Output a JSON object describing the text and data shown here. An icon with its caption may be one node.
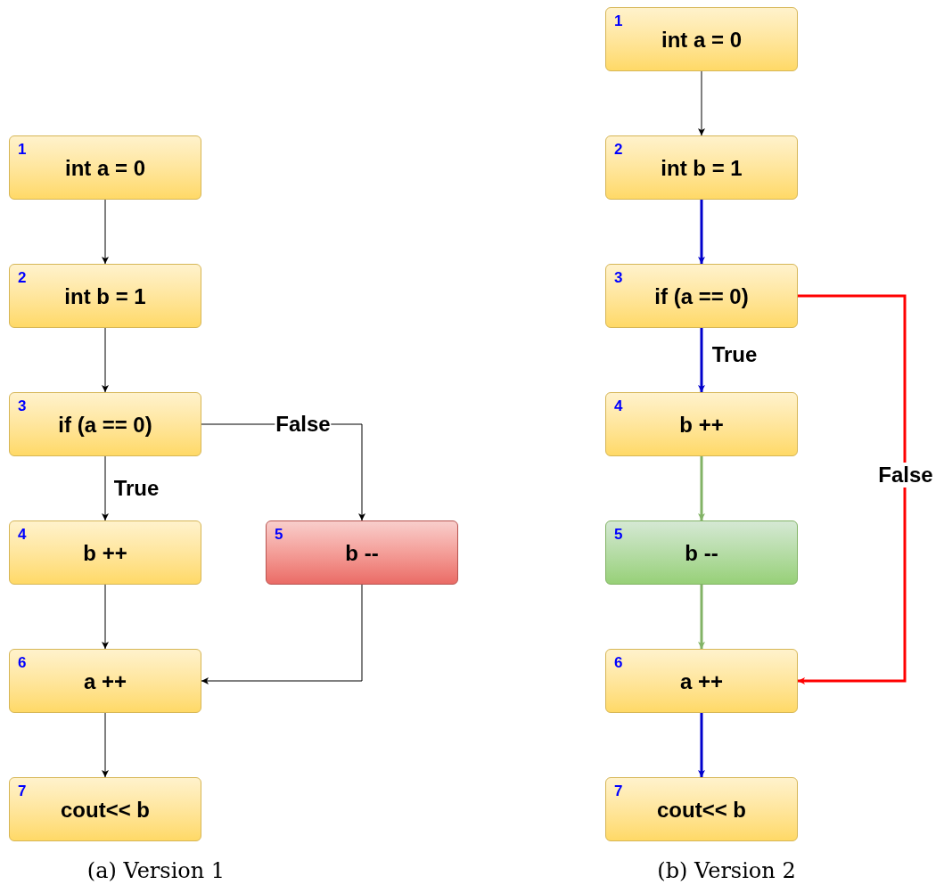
{
  "diagram": {
    "nodes": [
      {
        "text": [
          "1",
          "int a = 0"
        ]
      },
      {
        "text": [
          "2",
          "int b = 1"
        ]
      },
      {
        "text": [
          "3",
          "if (a == 0)"
        ]
      },
      {
        "text": [
          "4",
          "b ++"
        ]
      },
      {
        "text": [
          "5",
          "b --"
        ]
      },
      {
        "text": [
          "6",
          "a ++"
        ]
      },
      {
        "text": [
          "7",
          "cout<< b"
        ]
      },
      {
        "text": [
          "1",
          "int a = 0"
        ]
      },
      {
        "text": [
          "2",
          "int b = 1"
        ]
      },
      {
        "text": [
          "3",
          "if (a == 0)"
        ]
      },
      {
        "text": [
          "4",
          "b ++"
        ]
      },
      {
        "text": [
          "5",
          "b --"
        ]
      },
      {
        "text": [
          "6",
          "a ++"
        ]
      },
      {
        "text": [
          "7",
          "cout<< b"
        ]
      }
    ],
    "edges": [
      {
        "from": 0,
        "to": 1,
        "arrow": "to"
      },
      {
        "from": 1,
        "to": 2,
        "arrow": "to"
      },
      {
        "from": 2,
        "to": 3,
        "arrow": "to",
        "label": "True"
      },
      {
        "from": 2,
        "to": 4,
        "arrow": "to",
        "label": "False"
      },
      {
        "from": 3,
        "to": 5,
        "arrow": "to"
      },
      {
        "from": 4,
        "to": 5,
        "arrow": "to"
      },
      {
        "from": 5,
        "to": 6,
        "arrow": "to"
      },
      {
        "from": 7,
        "to": 8,
        "arrow": "to"
      },
      {
        "from": 8,
        "to": 9,
        "arrow": "to",
        "style": "thick",
        "color": "#0000cc"
      },
      {
        "from": 9,
        "to": 10,
        "arrow": "to",
        "label": "True",
        "style": "thick",
        "color": "#0000cc"
      },
      {
        "from": 10,
        "to": 11,
        "arrow": "to",
        "style": "thick",
        "color": "#82b366"
      },
      {
        "from": 11,
        "to": 12,
        "arrow": "to",
        "style": "thick",
        "color": "#82b366"
      },
      {
        "from": 9,
        "to": 12,
        "arrow": "to",
        "label": "False",
        "style": "thick",
        "color": "#ff0000"
      },
      {
        "from": 12,
        "to": 13,
        "arrow": "to",
        "style": "thick",
        "color": "#0000cc"
      }
    ],
    "labels": [
      "(a) Version 1",
      "(b) Version 2"
    ]
  }
}
